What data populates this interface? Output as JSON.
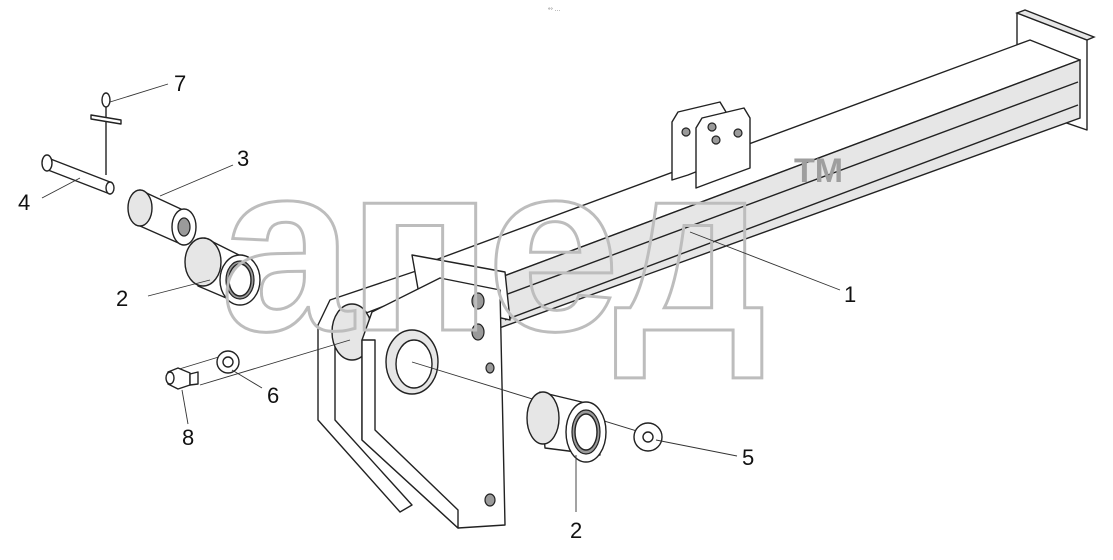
{
  "drawing": {
    "header_mark": "°° ···",
    "callouts": [
      {
        "id": "c1",
        "text": "1"
      },
      {
        "id": "c2a",
        "text": "2"
      },
      {
        "id": "c2b",
        "text": "2"
      },
      {
        "id": "c3",
        "text": "3"
      },
      {
        "id": "c4",
        "text": "4"
      },
      {
        "id": "c5",
        "text": "5"
      },
      {
        "id": "c6",
        "text": "6"
      },
      {
        "id": "c7",
        "text": "7"
      },
      {
        "id": "c8",
        "text": "8"
      }
    ]
  },
  "watermark": {
    "logo_text": "апед",
    "trademark": "TM"
  }
}
